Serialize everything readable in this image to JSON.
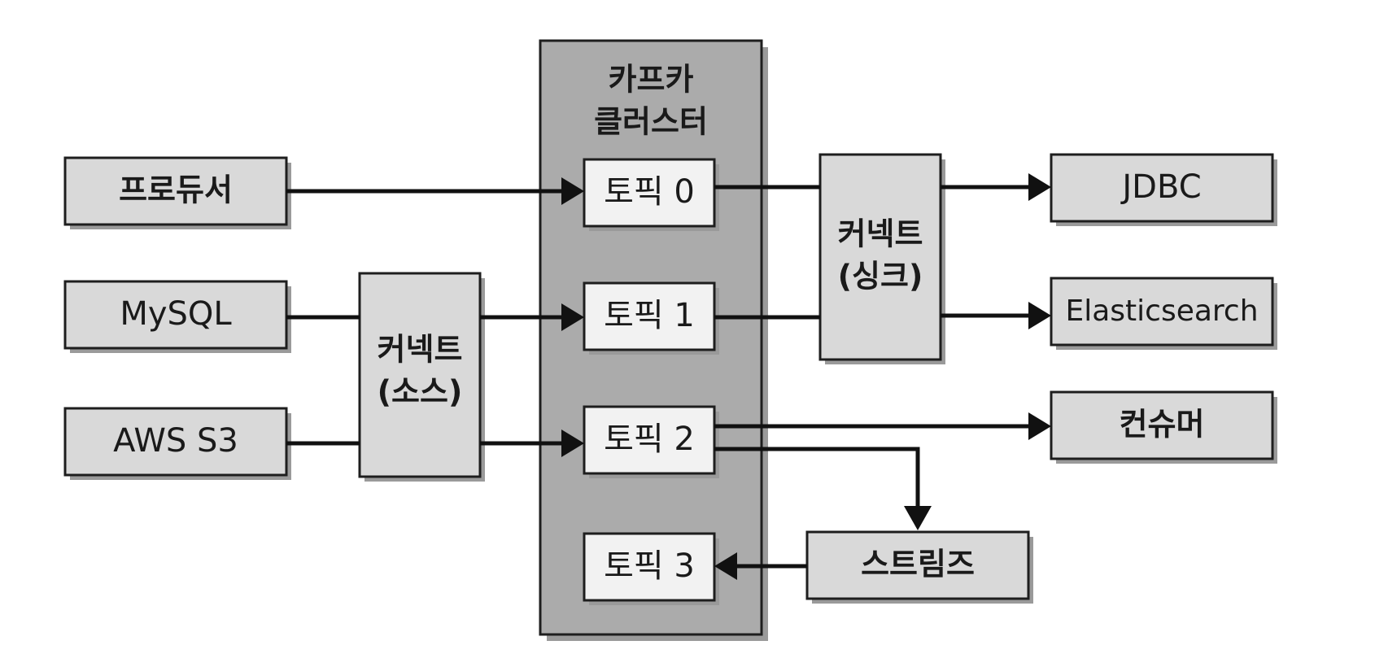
{
  "cluster": {
    "title_line1": "카프카",
    "title_line2": "클러스터"
  },
  "topics": [
    {
      "label": "토픽 0"
    },
    {
      "label": "토픽 1"
    },
    {
      "label": "토픽 2"
    },
    {
      "label": "토픽 3"
    }
  ],
  "sources": {
    "producer": "프로듀서",
    "mysql": "MySQL",
    "aws_s3": "AWS S3"
  },
  "connect_source": {
    "line1": "커넥트",
    "line2": "(소스)"
  },
  "connect_sink": {
    "line1": "커넥트",
    "line2": "(싱크)"
  },
  "sinks": {
    "jdbc": "JDBC",
    "elasticsearch": "Elasticsearch",
    "consumer": "컨슈머",
    "streams": "스트림즈"
  }
}
